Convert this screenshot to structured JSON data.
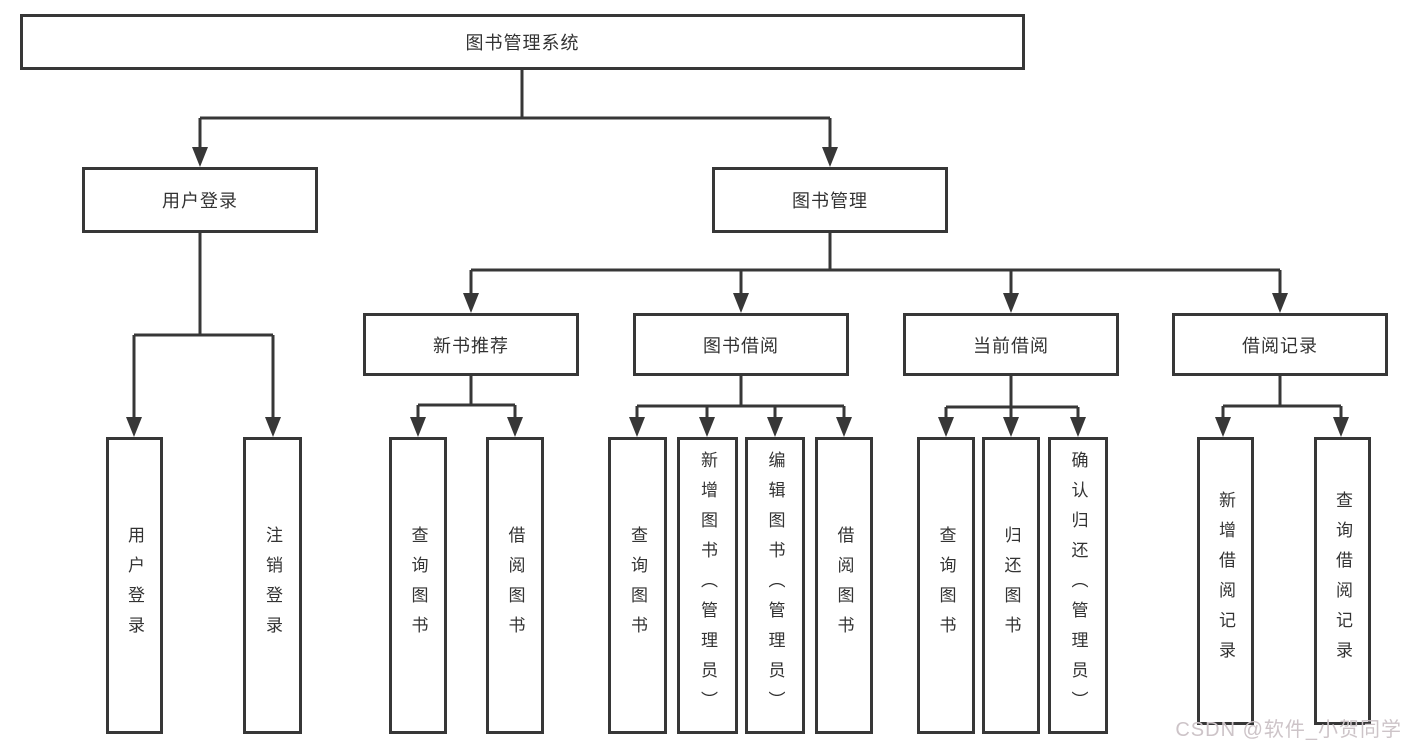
{
  "diagram": {
    "root_label": "图书管理系统",
    "user_branch": {
      "label": "用户登录",
      "children": [
        "用户登录",
        "注销登录"
      ]
    },
    "mgmt_branch": {
      "label": "图书管理",
      "groups": [
        {
          "label": "新书推荐",
          "children": [
            "查询图书",
            "借阅图书"
          ]
        },
        {
          "label": "图书借阅",
          "children": [
            "查询图书",
            "新增图书（管理员）",
            "编辑图书（管理员）",
            "借阅图书"
          ]
        },
        {
          "label": "当前借阅",
          "children": [
            "查询图书",
            "归还图书",
            "确认归还（管理员）"
          ]
        },
        {
          "label": "借阅记录",
          "children": [
            "新增借阅记录",
            "查询借阅记录"
          ]
        }
      ]
    }
  },
  "watermark": {
    "text": "CSDN @软件_小贺同学"
  },
  "colors": {
    "line": "#373737",
    "text": "#333333",
    "watermark": "#cdc4c8",
    "background": "#ffffff"
  }
}
